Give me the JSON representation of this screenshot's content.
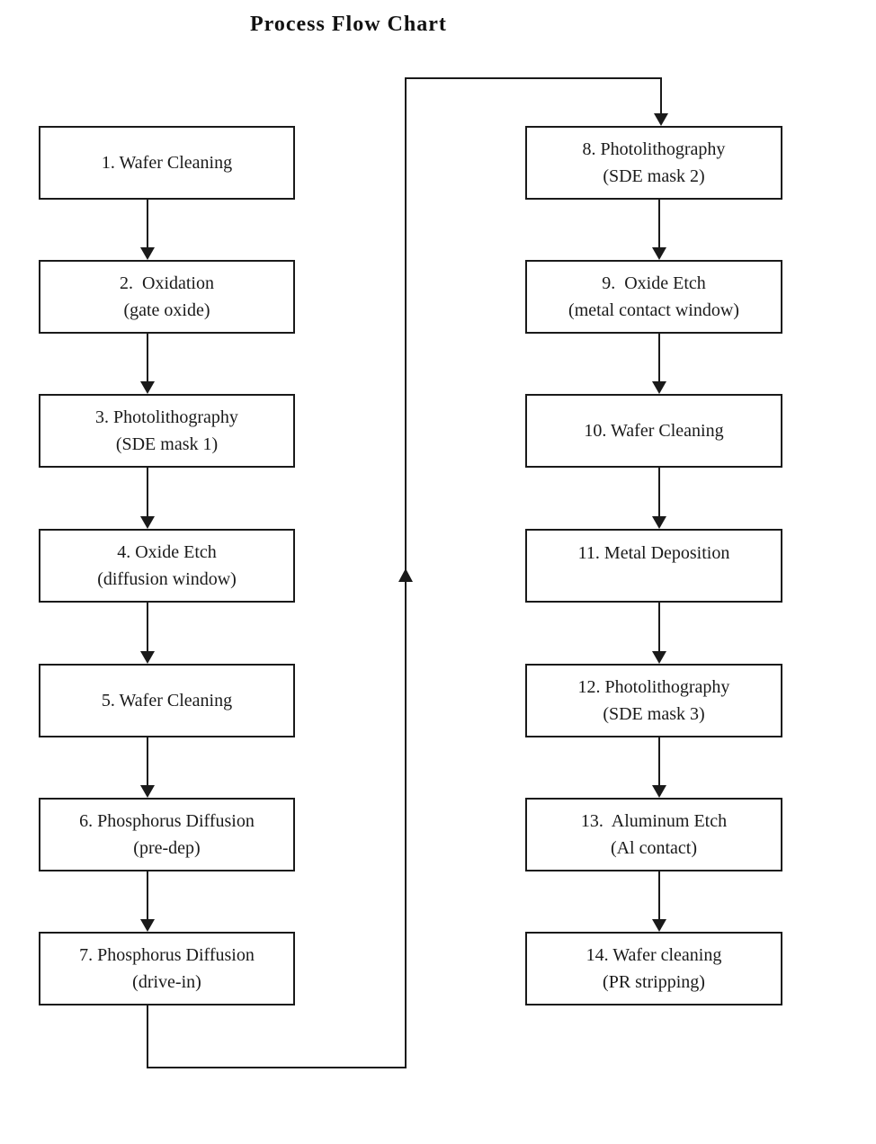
{
  "title": "Process Flow Chart",
  "colors": {
    "text": "#1a1a1a",
    "line": "#1a1a1a",
    "box_border": "#1a1a1a",
    "box_background": "#ffffff",
    "page_background": "#ffffff"
  },
  "steps": [
    {
      "number": "1",
      "line1": "1. Wafer Cleaning",
      "line2": ""
    },
    {
      "number": "2",
      "line1": "2.  Oxidation",
      "line2": "(gate oxide)"
    },
    {
      "number": "3",
      "line1": "3. Photolithography",
      "line2": "(SDE mask 1)"
    },
    {
      "number": "4",
      "line1": "4. Oxide Etch",
      "line2": "(diffusion window)"
    },
    {
      "number": "5",
      "line1": "5. Wafer Cleaning",
      "line2": ""
    },
    {
      "number": "6",
      "line1": "6. Phosphorus Diffusion",
      "line2": "(pre-dep)"
    },
    {
      "number": "7",
      "line1": "7. Phosphorus Diffusion",
      "line2": "(drive-in)"
    },
    {
      "number": "8",
      "line1": "8. Photolithography",
      "line2": "(SDE mask 2)"
    },
    {
      "number": "9",
      "line1": "9.  Oxide Etch",
      "line2": "(metal contact window)"
    },
    {
      "number": "10",
      "line1": "10. Wafer Cleaning",
      "line2": ""
    },
    {
      "number": "11",
      "line1": "11. Metal Deposition",
      "line2": ""
    },
    {
      "number": "12",
      "line1": "12. Photolithography",
      "line2": "(SDE mask 3)"
    },
    {
      "number": "13",
      "line1": "13.  Aluminum Etch",
      "line2": "(Al contact)"
    },
    {
      "number": "14",
      "line1": "14. Wafer cleaning",
      "line2": "(PR stripping)"
    }
  ],
  "flow": {
    "left_column_steps": [
      "1",
      "2",
      "3",
      "4",
      "5",
      "6",
      "7"
    ],
    "right_column_steps": [
      "8",
      "9",
      "10",
      "11",
      "12",
      "13",
      "14"
    ],
    "edges": [
      [
        "1",
        "2"
      ],
      [
        "2",
        "3"
      ],
      [
        "3",
        "4"
      ],
      [
        "4",
        "5"
      ],
      [
        "5",
        "6"
      ],
      [
        "6",
        "7"
      ],
      [
        "7",
        "8"
      ],
      [
        "8",
        "9"
      ],
      [
        "9",
        "10"
      ],
      [
        "10",
        "11"
      ],
      [
        "11",
        "12"
      ],
      [
        "12",
        "13"
      ],
      [
        "13",
        "14"
      ]
    ]
  }
}
